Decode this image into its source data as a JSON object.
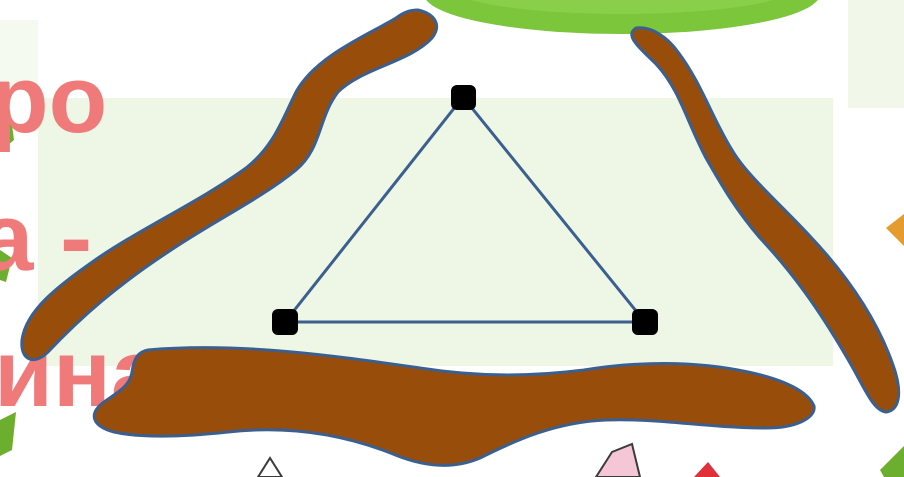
{
  "slide": {
    "words": [
      "ро",
      "а -",
      "ина"
    ]
  },
  "colors": {
    "stick_fill": "#994d0b",
    "stick_outline": "#3b5f8f",
    "triangle_line": "#3b5f8f",
    "vertex": "#000000",
    "text": "#f07a7a",
    "leaf_top": "#7cc63b"
  }
}
